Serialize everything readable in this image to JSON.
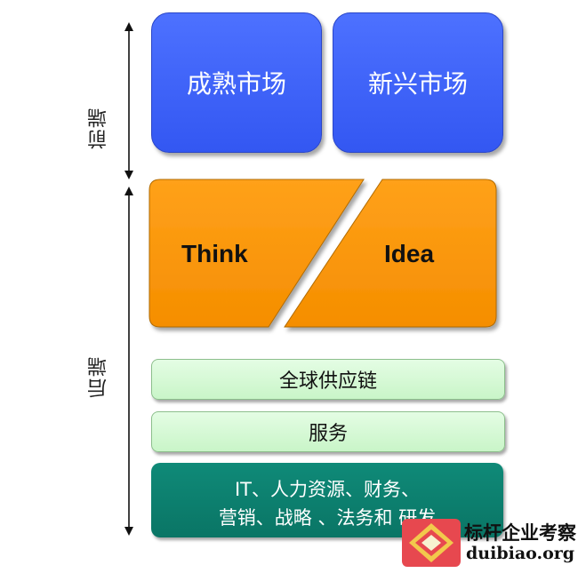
{
  "axis": {
    "front_label": "前端",
    "back_label": "后端"
  },
  "markets": {
    "mature": "成熟市场",
    "emerging": "新兴市场"
  },
  "think_idea": {
    "think": "Think",
    "idea": "Idea"
  },
  "layers": {
    "supply_chain": "全球供应链",
    "service": "服务",
    "support_line1": "IT、人力资源、财务、",
    "support_line2": "营销、战略 、法务和 研发"
  },
  "watermark": {
    "title": "标杆企业考察",
    "url": "duibiao.org"
  },
  "colors": {
    "market_blue": "#3f63fa",
    "think_orange": "#ff9900",
    "bar_green": "#d3f8d3",
    "support_teal": "#0b7e6c",
    "watermark_red": "#e7484f"
  }
}
